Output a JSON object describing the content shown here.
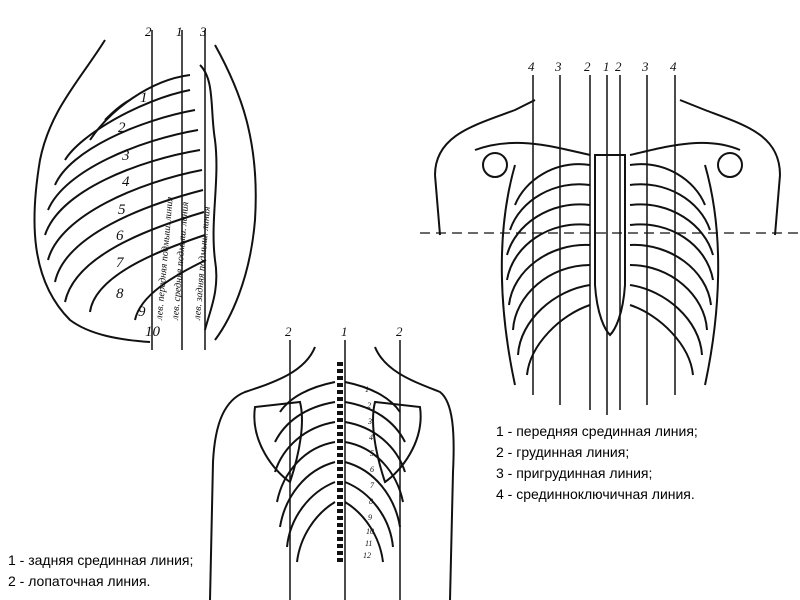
{
  "title": "",
  "side_view": {
    "rib_numbers": [
      "1",
      "2",
      "3",
      "4",
      "5",
      "6",
      "7",
      "8",
      "9",
      "10"
    ],
    "line_numbers": [
      "2",
      "1",
      "3"
    ],
    "vertical_labels": [
      "лев. передняя подмыш. линия",
      "лев. средняя подмыш. линия",
      "лев. задняя подмыш. линия"
    ]
  },
  "front_view": {
    "line_numbers": [
      "4",
      "3",
      "2",
      "1",
      "2",
      "3",
      "4"
    ]
  },
  "back_view": {
    "line_numbers": [
      "2",
      "1",
      "2"
    ],
    "rib_numbers": [
      "1",
      "2",
      "3",
      "4",
      "5",
      "6",
      "7",
      "8",
      "9",
      "10",
      "11",
      "12"
    ]
  },
  "front_legend": [
    "1 - передняя срединная линия;",
    "2 - грудинная линия;",
    "3 - пригрудинная линия;",
    "4 - срединноключичная линия."
  ],
  "back_legend": [
    "1 - задняя срединная линия;",
    "2 - лопаточная линия."
  ],
  "colors": {
    "title": "#7a1020",
    "ink": "#111111"
  }
}
